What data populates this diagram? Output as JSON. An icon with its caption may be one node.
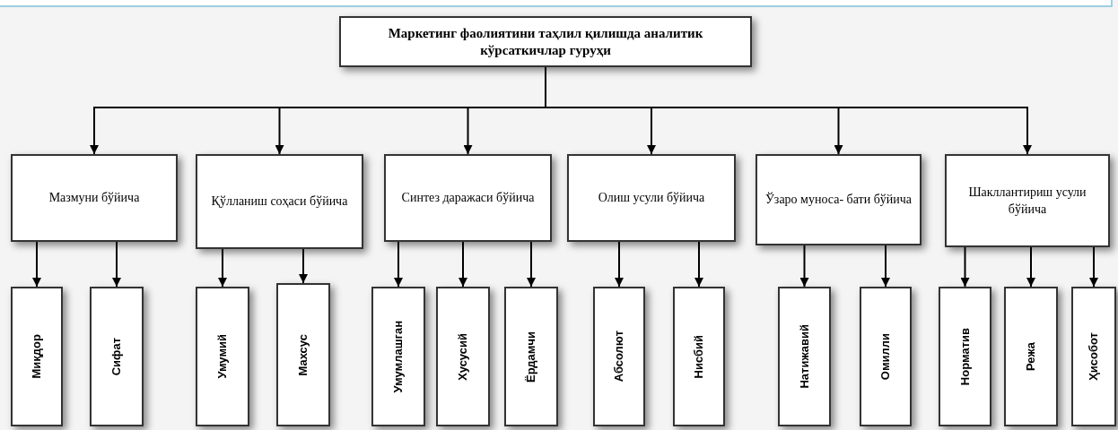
{
  "diagram": {
    "nodes": [
      {
        "text": [
          "Маркетинг фаолиятини таҳлил қилишда аналитик кўрсаткичлар гуруҳи"
        ]
      },
      {
        "text": [
          "Мазмуни бўйича"
        ]
      },
      {
        "text": [
          "Қўлланиш соҳаси бўйича"
        ]
      },
      {
        "text": [
          "Синтез даражаси бўйича"
        ]
      },
      {
        "text": [
          "Олиш усули бўйича"
        ]
      },
      {
        "text": [
          "Ўзаро муноса- бати бўйича"
        ]
      },
      {
        "text": [
          "Шакллантириш усули бўйича"
        ]
      },
      {
        "text": [
          "Миқдор"
        ]
      },
      {
        "text": [
          "Сифат"
        ]
      },
      {
        "text": [
          "Умумий"
        ]
      },
      {
        "text": [
          "Махсус"
        ]
      },
      {
        "text": [
          "Умумлашган"
        ]
      },
      {
        "text": [
          "Хусусий"
        ]
      },
      {
        "text": [
          "Ёрдамчи"
        ]
      },
      {
        "text": [
          "Абсолют"
        ]
      },
      {
        "text": [
          "Нисбий"
        ]
      },
      {
        "text": [
          "Натижавий"
        ]
      },
      {
        "text": [
          "Омилли"
        ]
      },
      {
        "text": [
          "Норматив"
        ]
      },
      {
        "text": [
          "Режа"
        ]
      },
      {
        "text": [
          "Ҳисобот"
        ]
      }
    ],
    "edges": [
      {
        "from": 0,
        "to": 1,
        "arrow": "to"
      },
      {
        "from": 0,
        "to": 2,
        "arrow": "to"
      },
      {
        "from": 0,
        "to": 3,
        "arrow": "to"
      },
      {
        "from": 0,
        "to": 4,
        "arrow": "to"
      },
      {
        "from": 0,
        "to": 5,
        "arrow": "to"
      },
      {
        "from": 0,
        "to": 6,
        "arrow": "to"
      },
      {
        "from": 1,
        "to": 7,
        "arrow": "to"
      },
      {
        "from": 1,
        "to": 8,
        "arrow": "to"
      },
      {
        "from": 2,
        "to": 9,
        "arrow": "to"
      },
      {
        "from": 2,
        "to": 10,
        "arrow": "to"
      },
      {
        "from": 3,
        "to": 11,
        "arrow": "to"
      },
      {
        "from": 3,
        "to": 12,
        "arrow": "to"
      },
      {
        "from": 3,
        "to": 13,
        "arrow": "to"
      },
      {
        "from": 4,
        "to": 14,
        "arrow": "to"
      },
      {
        "from": 4,
        "to": 15,
        "arrow": "to"
      },
      {
        "from": 5,
        "to": 16,
        "arrow": "to"
      },
      {
        "from": 5,
        "to": 17,
        "arrow": "to"
      },
      {
        "from": 6,
        "to": 18,
        "arrow": "to"
      },
      {
        "from": 6,
        "to": 19,
        "arrow": "to"
      },
      {
        "from": 6,
        "to": 20,
        "arrow": "to"
      }
    ]
  }
}
